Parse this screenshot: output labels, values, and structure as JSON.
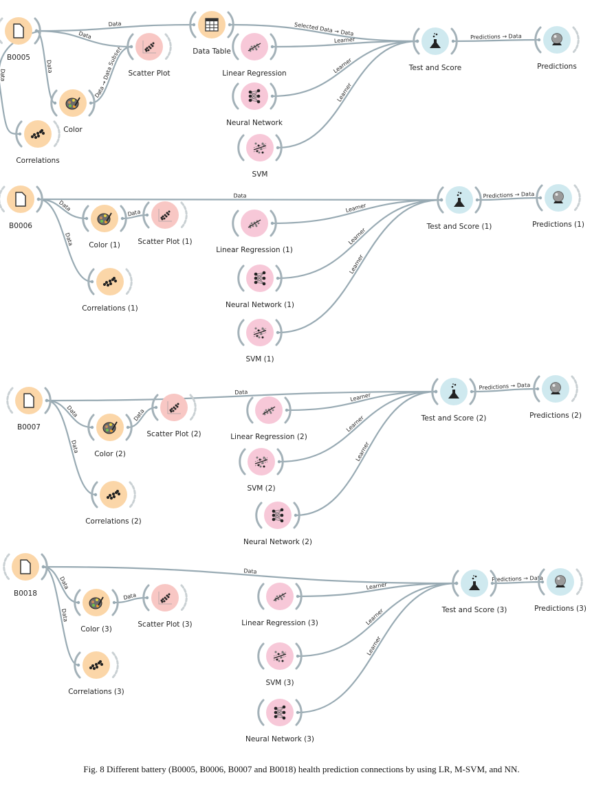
{
  "caption": "Fig. 8 Different battery (B0005, B0006, B0007 and B0018) health prediction connections by using LR, M-SVM, and NN.",
  "colors": {
    "data_node": "#fbd6a8",
    "visualize_node": "#f8c7c4",
    "model_node": "#f7c8d8",
    "evaluate_node": "#cfe9ef",
    "edge": "#98aab3"
  },
  "workflows": [
    {
      "battery": "B0005",
      "nodes": [
        {
          "id": "file",
          "label": "B0005",
          "icon": "file-icon",
          "kind": "data"
        },
        {
          "id": "table",
          "label": "Data Table",
          "icon": "table-icon",
          "kind": "data"
        },
        {
          "id": "scatter",
          "label": "Scatter Plot",
          "icon": "scatter-plot-icon",
          "kind": "visualize"
        },
        {
          "id": "color",
          "label": "Color",
          "icon": "palette-icon",
          "kind": "data"
        },
        {
          "id": "corr",
          "label": "Correlations",
          "icon": "correlations-icon",
          "kind": "data"
        },
        {
          "id": "lr",
          "label": "Linear Regression",
          "icon": "linear-regression-icon",
          "kind": "model"
        },
        {
          "id": "nn",
          "label": "Neural Network",
          "icon": "neural-network-icon",
          "kind": "model"
        },
        {
          "id": "svm",
          "label": "SVM",
          "icon": "svm-icon",
          "kind": "model"
        },
        {
          "id": "ts",
          "label": "Test and Score",
          "icon": "flask-icon",
          "kind": "evaluate"
        },
        {
          "id": "pred",
          "label": "Predictions",
          "icon": "crystal-ball-icon",
          "kind": "evaluate"
        }
      ],
      "links": [
        {
          "from": "file",
          "to": "table",
          "label": "Data"
        },
        {
          "from": "file",
          "to": "scatter",
          "label": "Data"
        },
        {
          "from": "file",
          "to": "color",
          "label": "Data"
        },
        {
          "from": "file",
          "to": "corr",
          "label": "Data"
        },
        {
          "from": "color",
          "to": "scatter",
          "label": "Data → Data Subset"
        },
        {
          "from": "table",
          "to": "ts",
          "label": "Selected Data → Data"
        },
        {
          "from": "lr",
          "to": "ts",
          "label": "Learner"
        },
        {
          "from": "nn",
          "to": "ts",
          "label": "Learner"
        },
        {
          "from": "svm",
          "to": "ts",
          "label": "Learner"
        },
        {
          "from": "ts",
          "to": "pred",
          "label": "Predictions → Data"
        }
      ]
    },
    {
      "battery": "B0006",
      "nodes": [
        {
          "id": "file",
          "label": "B0006",
          "icon": "file-icon",
          "kind": "data"
        },
        {
          "id": "color",
          "label": "Color (1)",
          "icon": "palette-icon",
          "kind": "data"
        },
        {
          "id": "scatter",
          "label": "Scatter Plot (1)",
          "icon": "scatter-plot-icon",
          "kind": "visualize"
        },
        {
          "id": "corr",
          "label": "Correlations (1)",
          "icon": "correlations-icon",
          "kind": "data"
        },
        {
          "id": "lr",
          "label": "Linear Regression (1)",
          "icon": "linear-regression-icon",
          "kind": "model"
        },
        {
          "id": "nn",
          "label": "Neural Network (1)",
          "icon": "neural-network-icon",
          "kind": "model"
        },
        {
          "id": "svm",
          "label": "SVM (1)",
          "icon": "svm-icon",
          "kind": "model"
        },
        {
          "id": "ts",
          "label": "Test and Score (1)",
          "icon": "flask-icon",
          "kind": "evaluate"
        },
        {
          "id": "pred",
          "label": "Predictions (1)",
          "icon": "crystal-ball-icon",
          "kind": "evaluate"
        }
      ],
      "links": [
        {
          "from": "file",
          "to": "ts",
          "label": "Data"
        },
        {
          "from": "file",
          "to": "color",
          "label": "Data"
        },
        {
          "from": "file",
          "to": "corr",
          "label": "Data"
        },
        {
          "from": "color",
          "to": "scatter",
          "label": "Data"
        },
        {
          "from": "lr",
          "to": "ts",
          "label": "Learner"
        },
        {
          "from": "nn",
          "to": "ts",
          "label": "Learner"
        },
        {
          "from": "svm",
          "to": "ts",
          "label": "Learner"
        },
        {
          "from": "ts",
          "to": "pred",
          "label": "Predictions → Data"
        }
      ]
    },
    {
      "battery": "B0007",
      "nodes": [
        {
          "id": "file",
          "label": "B0007",
          "icon": "file-icon",
          "kind": "data"
        },
        {
          "id": "color",
          "label": "Color (2)",
          "icon": "palette-icon",
          "kind": "data"
        },
        {
          "id": "scatter",
          "label": "Scatter Plot (2)",
          "icon": "scatter-plot-icon",
          "kind": "visualize"
        },
        {
          "id": "corr",
          "label": "Correlations (2)",
          "icon": "correlations-icon",
          "kind": "data"
        },
        {
          "id": "lr",
          "label": "Linear Regression (2)",
          "icon": "linear-regression-icon",
          "kind": "model"
        },
        {
          "id": "svm",
          "label": "SVM (2)",
          "icon": "svm-icon",
          "kind": "model"
        },
        {
          "id": "nn",
          "label": "Neural Network (2)",
          "icon": "neural-network-icon",
          "kind": "model"
        },
        {
          "id": "ts",
          "label": "Test and Score (2)",
          "icon": "flask-icon",
          "kind": "evaluate"
        },
        {
          "id": "pred",
          "label": "Predictions (2)",
          "icon": "crystal-ball-icon",
          "kind": "evaluate"
        }
      ],
      "links": [
        {
          "from": "file",
          "to": "ts",
          "label": "Data"
        },
        {
          "from": "file",
          "to": "color",
          "label": "Data"
        },
        {
          "from": "file",
          "to": "corr",
          "label": "Data"
        },
        {
          "from": "color",
          "to": "scatter",
          "label": "Data"
        },
        {
          "from": "lr",
          "to": "ts",
          "label": "Learner"
        },
        {
          "from": "svm",
          "to": "ts",
          "label": "Learner"
        },
        {
          "from": "nn",
          "to": "ts",
          "label": "Learner"
        },
        {
          "from": "ts",
          "to": "pred",
          "label": "Predictions → Data"
        }
      ]
    },
    {
      "battery": "B0018",
      "nodes": [
        {
          "id": "file",
          "label": "B0018",
          "icon": "file-icon",
          "kind": "data"
        },
        {
          "id": "color",
          "label": "Color (3)",
          "icon": "palette-icon",
          "kind": "data"
        },
        {
          "id": "scatter",
          "label": "Scatter Plot (3)",
          "icon": "scatter-plot-icon",
          "kind": "visualize"
        },
        {
          "id": "corr",
          "label": "Correlations (3)",
          "icon": "correlations-icon",
          "kind": "data"
        },
        {
          "id": "lr",
          "label": "Linear Regression (3)",
          "icon": "linear-regression-icon",
          "kind": "model"
        },
        {
          "id": "svm",
          "label": "SVM (3)",
          "icon": "svm-icon",
          "kind": "model"
        },
        {
          "id": "nn",
          "label": "Neural Network (3)",
          "icon": "neural-network-icon",
          "kind": "model"
        },
        {
          "id": "ts",
          "label": "Test and Score (3)",
          "icon": "flask-icon",
          "kind": "evaluate"
        },
        {
          "id": "pred",
          "label": "Predictions (3)",
          "icon": "crystal-ball-icon",
          "kind": "evaluate"
        }
      ],
      "links": [
        {
          "from": "file",
          "to": "ts",
          "label": "Data"
        },
        {
          "from": "file",
          "to": "color",
          "label": "Data"
        },
        {
          "from": "file",
          "to": "corr",
          "label": "Data"
        },
        {
          "from": "color",
          "to": "scatter",
          "label": "Data"
        },
        {
          "from": "lr",
          "to": "ts",
          "label": "Learner"
        },
        {
          "from": "svm",
          "to": "ts",
          "label": "Learner"
        },
        {
          "from": "nn",
          "to": "ts",
          "label": "Learner"
        },
        {
          "from": "ts",
          "to": "pred",
          "label": "Predictions → Data"
        }
      ]
    }
  ]
}
